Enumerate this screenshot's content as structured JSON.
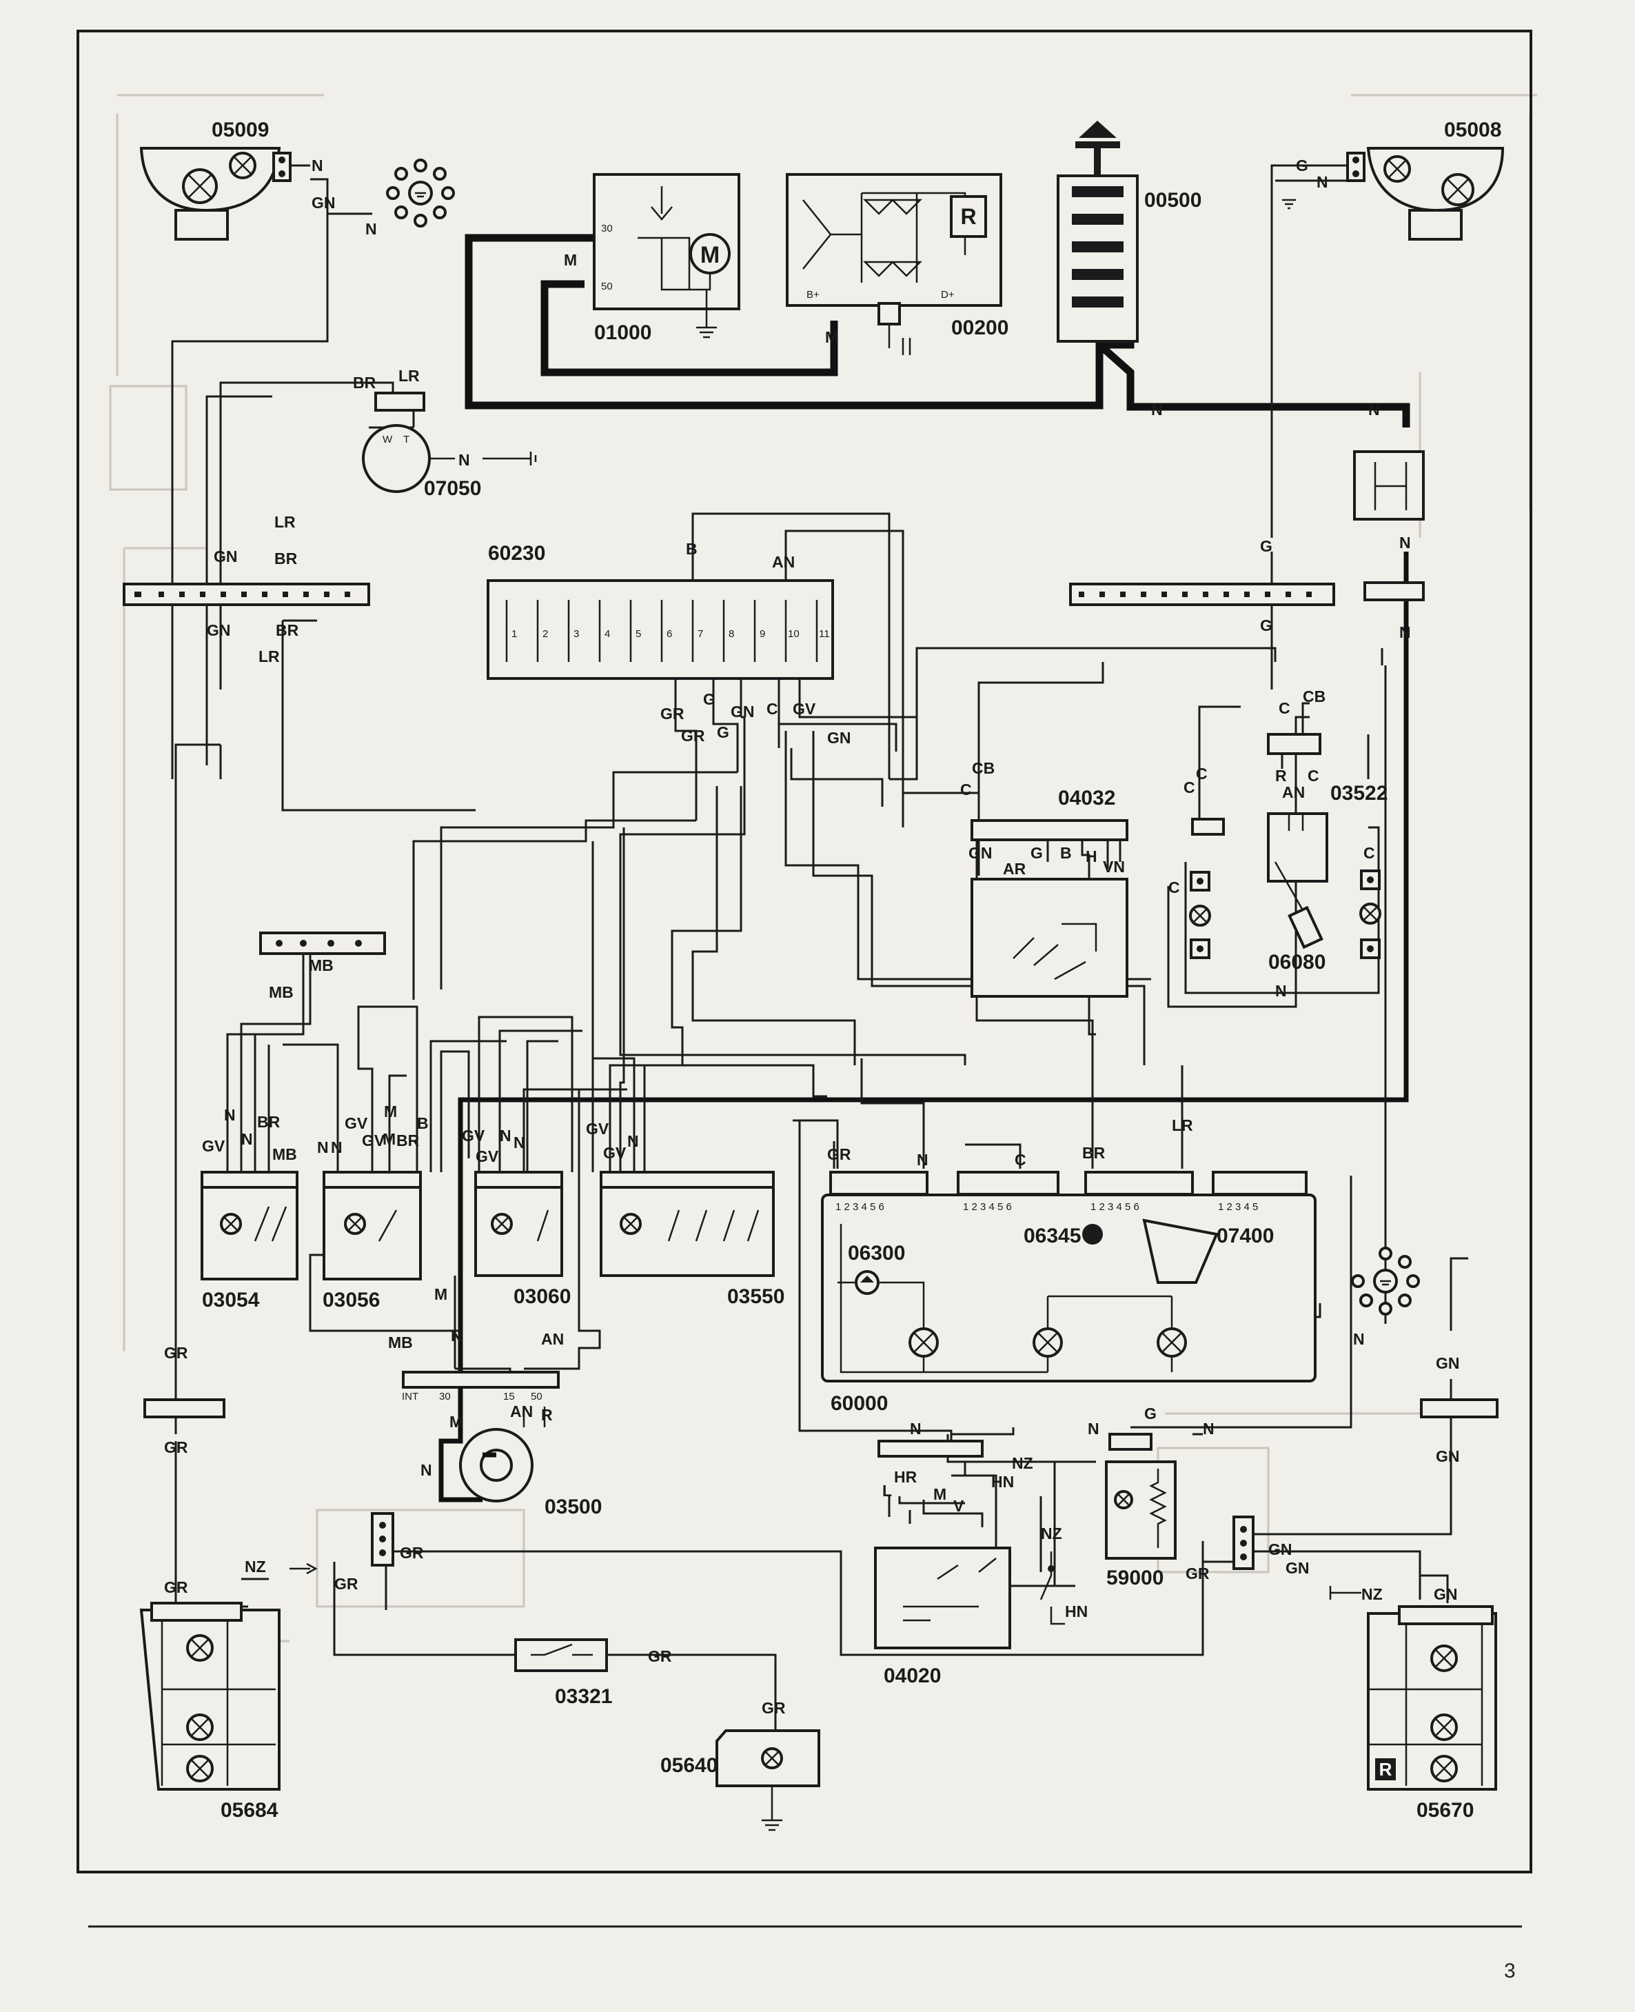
{
  "page_number": "3",
  "components": {
    "c05009": "05009",
    "c05008": "05008",
    "c01000": "01000",
    "c00200": "00200",
    "c00500": "00500",
    "c07050": "07050",
    "c60230": "60230",
    "c04032": "04032",
    "c03522": "03522",
    "c06080": "06080",
    "c03054": "03054",
    "c03056": "03056",
    "c03060": "03060",
    "c03550": "03550",
    "c60000": "60000",
    "c06300": "06300",
    "c06345": "06345",
    "c07400": "07400",
    "c03500": "03500",
    "c04020": "04020",
    "c59000": "59000",
    "c03321": "03321",
    "c05640": "05640",
    "c05684": "05684",
    "c05670": "05670"
  },
  "symbols": {
    "alternator_regulator": "R",
    "starter_motor": "M",
    "rear_lamp_marker": "R"
  },
  "fuse_numbers": [
    "1",
    "2",
    "3",
    "4",
    "5",
    "6",
    "7",
    "8",
    "9",
    "10",
    "11"
  ],
  "terminal_marks": {
    "t30": "30",
    "t50": "50",
    "bplus": "B+",
    "dplus": "D+",
    "w": "W",
    "t": "T",
    "int": "INT",
    "s30": "30",
    "s15": "15",
    "s50": "50",
    "conn6": "1 2 3 4 5 6",
    "conn5": "1 2 3 4 5"
  },
  "wires": {
    "N": "N",
    "GN": "GN",
    "G": "G",
    "M": "M",
    "BR": "BR",
    "LR": "LR",
    "B": "B",
    "AN": "AN",
    "GR": "GR",
    "GV": "GV",
    "C": "C",
    "CB": "CB",
    "AR": "AR",
    "H": "H",
    "VN": "VN",
    "R": "R",
    "MB": "MB",
    "NZ": "NZ",
    "HR": "HR",
    "L": "L",
    "V": "V",
    "HN": "HN"
  }
}
